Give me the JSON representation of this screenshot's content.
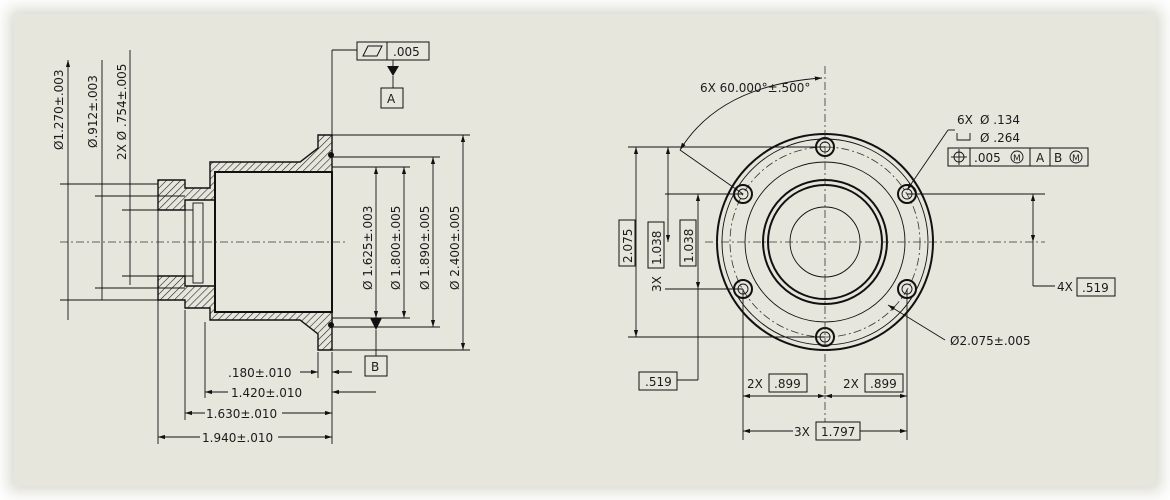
{
  "side_view": {
    "dia_1270": "Ø1.270±.003",
    "dia_912": "Ø.912±.003",
    "dia_754": "2X Ø .754±.005",
    "dia_1625": "Ø 1.625±.003",
    "dia_1800": "Ø 1.800±.005",
    "dia_1890": "Ø 1.890±.005",
    "dia_2400": "Ø 2.400±.005",
    "len_180": ".180±.010",
    "len_1420": "1.420±.010",
    "len_1630": "1.630±.010",
    "len_1940": "1.940±.010",
    "flatness_tol": ".005",
    "datum_a": "A",
    "datum_b": "B"
  },
  "front_view": {
    "angle": "6X 60.000°±.500°",
    "holes_qty": "6X",
    "holes_dia": "Ø .134",
    "cbore": "Ø .264",
    "pos_tol": ".005",
    "pos_ref_a": "A",
    "pos_ref_b": "B",
    "dim_2075_box": "2.075",
    "dim_1038_a": "1.038",
    "dim_1038_b": "1.038",
    "prefix_3x": "3X",
    "dim_519_left": ".519",
    "dim_519_right": ".519",
    "prefix_4x": "4X",
    "bolt_circle": "Ø2.075±.005",
    "prefix_2x_a": "2X",
    "dim_899_a": ".899",
    "prefix_2x_b": "2X",
    "dim_899_b": ".899",
    "prefix_3x_b": "3X",
    "dim_1797": "1.797"
  }
}
